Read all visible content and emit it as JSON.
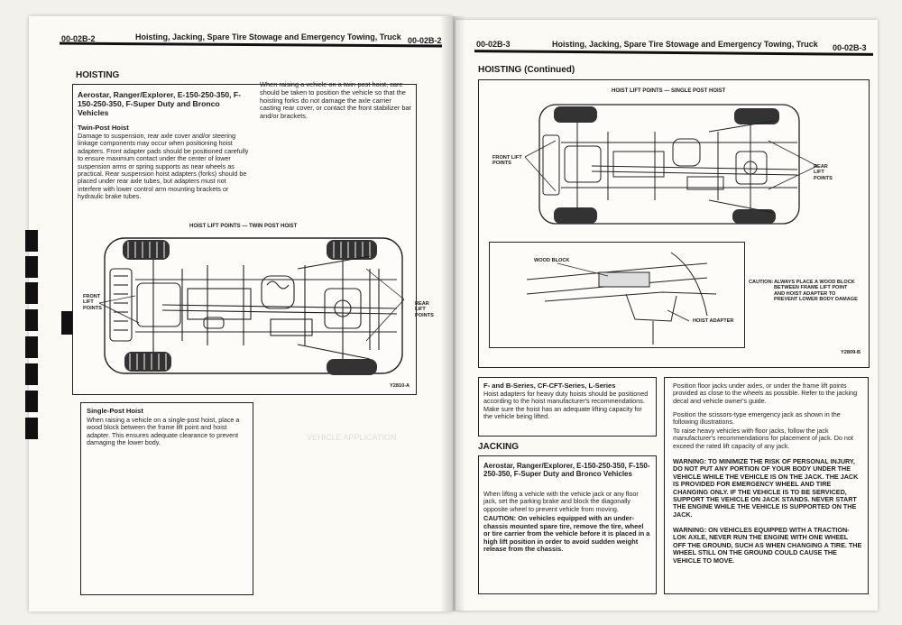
{
  "left": {
    "header_code": "00-02B-2",
    "header_title": "Hoisting, Jacking, Spare Tire Stowage and Emergency Towing, Truck",
    "header_code_right": "00-02B-2",
    "section_title": "HOISTING",
    "models_heading": "Aerostar, Ranger/Explorer, E-150-250-350, F-150-250-350, F-Super Duty and Bronco Vehicles",
    "twin_post_title": "Twin-Post Hoist",
    "twin_post_text": "Damage to suspension, rear axle cover and/or steering linkage components may occur when positioning hoist adapters. Front adapter pads should be positioned carefully to ensure maximum contact under the center of lower suspension arms or spring supports as near wheels as practical. Rear suspension hoist adapters (forks) should be placed under rear axle tubes, but adapters must not interfere with lower control arm mounting brackets or hydraulic brake tubes.",
    "twin_post_text2": "When raising a vehicle on a twin-post hoist, care should be taken to position the vehicle so that the hoisting forks do not damage the axle carrier casting rear cover, or contact the front stabilizer bar and/or brackets.",
    "figure_caption": "HOIST LIFT POINTS — TWIN POST HOIST",
    "front_label": "FRONT LIFT POINTS",
    "rear_label": "REAR LIFT POINTS",
    "figure_id": "Y2810-A",
    "single_post_title": "Single-Post Hoist",
    "single_post_text": "When raising a vehicle on a single-post hoist, place a wood block between the frame lift point and hoist adapter. This ensures adequate clearance to prevent damaging the lower body."
  },
  "right": {
    "header_code": "00-02B-3",
    "header_title": "Hoisting, Jacking, Spare Tire Stowage and Emergency Towing, Truck",
    "header_code_right": "00-02B-3",
    "section_title": "HOISTING (Continued)",
    "figure_caption": "HOIST LIFT POINTS — SINGLE POST HOIST",
    "front_label": "FRONT LIFT POINTS",
    "rear_label": "REAR LIFT POINTS",
    "wood_block_label": "WOOD BLOCK",
    "hoist_adapter_label": "HOIST ADAPTER",
    "caution_label": "CAUTION:",
    "caution_text": "ALWAYS PLACE A WOOD BLOCK BETWEEN FRAME LIFT POINT AND HOIST ADAPTER TO PREVENT LOWER BODY DAMAGE",
    "figure_id": "Y2809-B",
    "f_series_title": "F- and B-Series, CF-CFT-Series, L-Series",
    "f_series_text": "Hoist adapters for heavy duty hoists should be positioned according to the hoist manufacturer's recommendations. Make sure the hoist has an adequate lifting capacity for the vehicle being lifted.",
    "jacking_title": "JACKING",
    "jack_models_heading": "Aerostar, Ranger/Explorer, E-150-250-350, F-150-250-350, F-Super Duty and Bronco Vehicles",
    "jack_text": "When lifting a vehicle with the vehicle jack or any floor jack, set the parking brake and block the diagonally opposite wheel to prevent vehicle from moving.",
    "jack_caution": "CAUTION: On vehicles equipped with an under-chassis mounted spare tire, remove the tire, wheel or tire carrier from the vehicle before it is placed in a high lift position in order to avoid sudden weight release from the chassis.",
    "col2_p1": "Position floor jacks under axles, or under the frame lift points provided as close to the wheels as possible. Refer to the jacking decal and vehicle owner's guide.",
    "col2_p2": "Position the scissors-type emergency jack as shown in the following illustrations.",
    "col2_p3": "To raise heavy vehicles with floor jacks, follow the jack manufacturer's recommendations for placement of jack. Do not exceed the rated lift capacity of any jack.",
    "warning1": "WARNING: TO MINIMIZE THE RISK OF PERSONAL INJURY, DO NOT PUT ANY PORTION OF YOUR BODY UNDER THE VEHICLE WHILE THE VEHICLE IS ON THE JACK. THE JACK IS PROVIDED FOR EMERGENCY WHEEL AND TIRE CHANGING ONLY. IF THE VEHICLE IS TO BE SERVICED, SUPPORT THE VEHICLE ON JACK STANDS. NEVER START THE ENGINE WHILE THE VEHICLE IS SUPPORTED ON THE JACK.",
    "warning2": "WARNING: ON VEHICLES EQUIPPED WITH A TRACTION-LOK AXLE, NEVER RUN THE ENGINE WITH ONE WHEEL OFF THE GROUND, SUCH AS WHEN CHANGING A TIRE. THE WHEEL STILL ON THE GROUND COULD CAUSE THE VEHICLE TO MOVE."
  }
}
